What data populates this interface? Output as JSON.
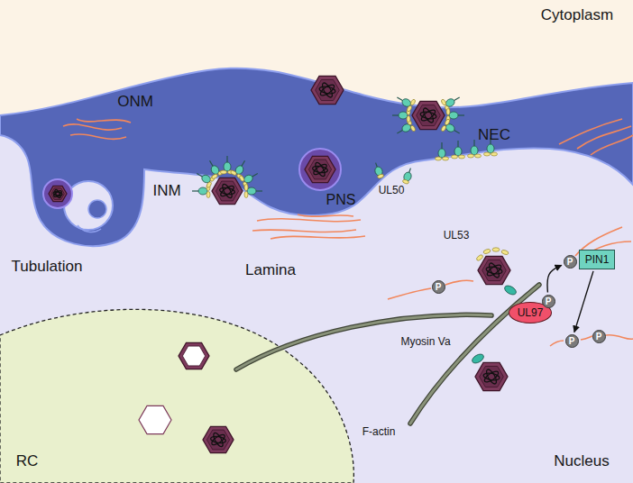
{
  "diagram": {
    "nodes": [
      {
        "text": [
          "UL97"
        ]
      },
      {
        "text": [
          "PIN1"
        ]
      },
      {
        "text": [
          "P"
        ]
      },
      {
        "text": [
          "P"
        ]
      },
      {
        "text": [
          "P"
        ]
      },
      {
        "text": [
          "P"
        ]
      },
      {
        "text": [
          "P"
        ]
      }
    ],
    "edges": [
      {
        "from": 2,
        "to": 3,
        "arrow": "to"
      },
      {
        "from": 1,
        "to": 4,
        "arrow": "to"
      }
    ],
    "labels": [
      "Cytoplasm",
      "ONM",
      "NEC",
      "UL50",
      "INM",
      "PNS",
      "Tubulation",
      "Lamina",
      "UL53",
      "Myosin Va",
      "F-actin",
      "RC",
      "Nucleus"
    ]
  }
}
